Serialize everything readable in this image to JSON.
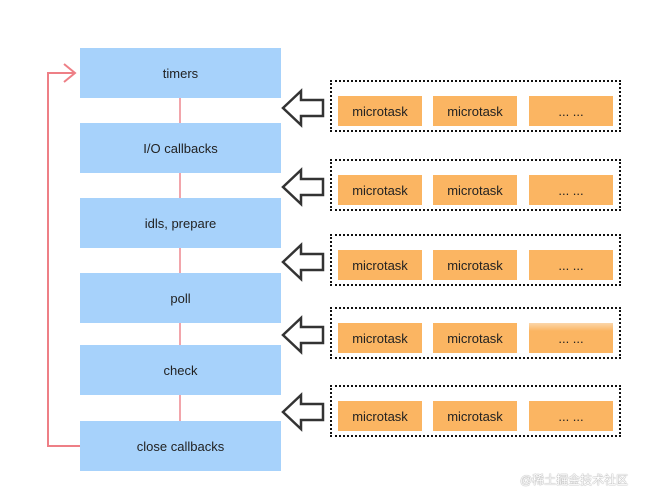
{
  "phases": [
    "timers",
    "I/O callbacks",
    "idls, prepare",
    "poll",
    "check",
    "close callbacks"
  ],
  "microtask_queues": [
    {
      "items": [
        "microtask",
        "microtask",
        "... ..."
      ]
    },
    {
      "items": [
        "microtask",
        "microtask",
        "... ..."
      ]
    },
    {
      "items": [
        "microtask",
        "microtask",
        "... ..."
      ]
    },
    {
      "items": [
        "microtask",
        "microtask",
        "... ..."
      ]
    },
    {
      "items": [
        "microtask",
        "microtask",
        "... ..."
      ]
    }
  ],
  "colors": {
    "phase_fill": "#a7d2fb",
    "microtask_fill": "#fbb562",
    "connector": "#f2a5ab",
    "loop_arrow": "#ee7f86",
    "queue_border": "#111111"
  },
  "watermark": "@稀土掘金技术社区"
}
